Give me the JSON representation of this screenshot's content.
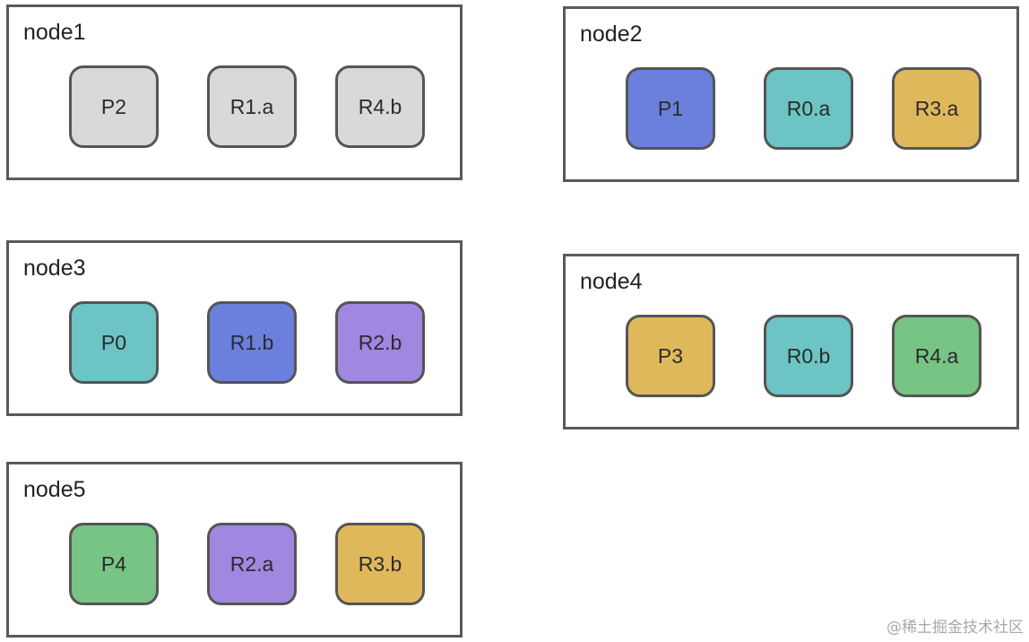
{
  "colors": {
    "gray": "#d8dad8",
    "blue": "#6b80dd",
    "teal": "#6cc4c4",
    "gold": "#e0b85c",
    "purple": "#a088e0",
    "green": "#78c484"
  },
  "nodes": [
    {
      "label": "node1",
      "shards": [
        {
          "label": "P2",
          "color": "#d8dad8"
        },
        {
          "label": "R1.a",
          "color": "#d8dad8"
        },
        {
          "label": "R4.b",
          "color": "#d8dad8"
        }
      ]
    },
    {
      "label": "node2",
      "shards": [
        {
          "label": "P1",
          "color": "#6b80dd"
        },
        {
          "label": "R0.a",
          "color": "#6cc4c4"
        },
        {
          "label": "R3.a",
          "color": "#e0b85c"
        }
      ]
    },
    {
      "label": "node3",
      "shards": [
        {
          "label": "P0",
          "color": "#6cc4c4"
        },
        {
          "label": "R1.b",
          "color": "#6b80dd"
        },
        {
          "label": "R2.b",
          "color": "#a088e0"
        }
      ]
    },
    {
      "label": "node4",
      "shards": [
        {
          "label": "P3",
          "color": "#e0b85c"
        },
        {
          "label": "R0.b",
          "color": "#6cc4c4"
        },
        {
          "label": "R4.a",
          "color": "#78c484"
        }
      ]
    },
    {
      "label": "node5",
      "shards": [
        {
          "label": "P4",
          "color": "#78c484"
        },
        {
          "label": "R2.a",
          "color": "#a088e0"
        },
        {
          "label": "R3.b",
          "color": "#e0b85c"
        }
      ]
    }
  ],
  "watermark": "@稀土掘金技术社区"
}
